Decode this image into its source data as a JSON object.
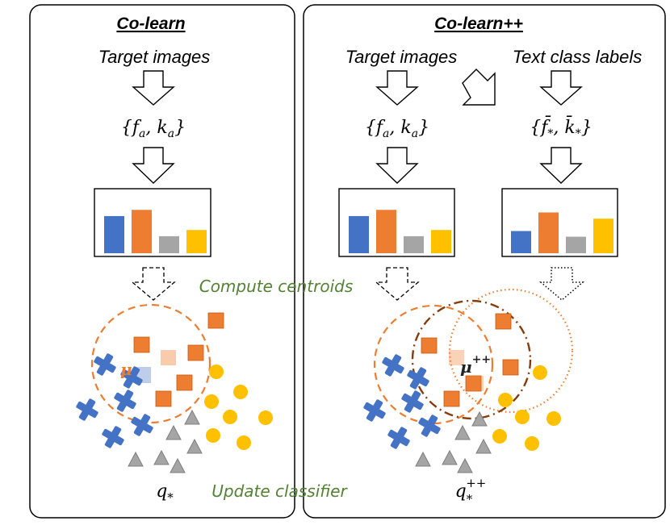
{
  "panels": {
    "left": {
      "title": "Co-learn",
      "source": "Target images",
      "feature": "{f_a, k_a}",
      "bars": [
        0.72,
        0.84,
        0.33,
        0.45
      ],
      "mu_label": "μ",
      "output": "q_*"
    },
    "right": {
      "title": "Co-learn++",
      "image_source": "Target images",
      "text_source": "Text class labels",
      "image_feature": "{f_a, k_a}",
      "text_feature": "{f̄_*, k̄_*}",
      "image_bars": [
        0.72,
        0.84,
        0.33,
        0.45
      ],
      "text_bars": [
        0.43,
        0.79,
        0.32,
        0.67
      ],
      "mu_label": "μ++",
      "output": "q_*^{++}"
    }
  },
  "annotations": {
    "compute_centroids": "Compute centroids",
    "update_classifier": "Update classifier"
  },
  "colors": {
    "blue": "#4472C4",
    "orange": "#ED7D31",
    "gray": "#A5A5A5",
    "yellow": "#FFC000",
    "green": "#548235",
    "brown": "#843C0C",
    "dashed_orange": "#F4A261"
  }
}
